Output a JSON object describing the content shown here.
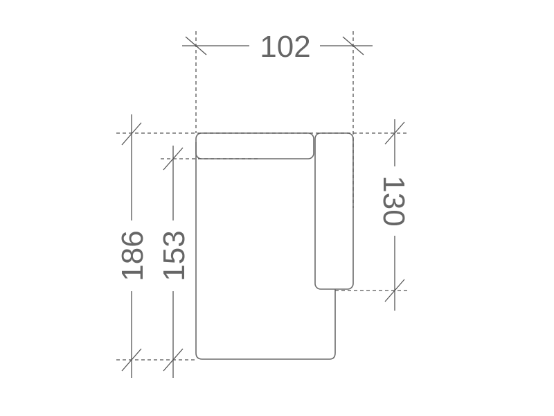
{
  "dimensions": {
    "width": "102",
    "depth_total": "186",
    "depth_seat": "153",
    "depth_arm": "130"
  },
  "colors": {
    "line": "#555555",
    "outline": "#6b6b6b",
    "text": "#666666",
    "background": "#ffffff"
  }
}
